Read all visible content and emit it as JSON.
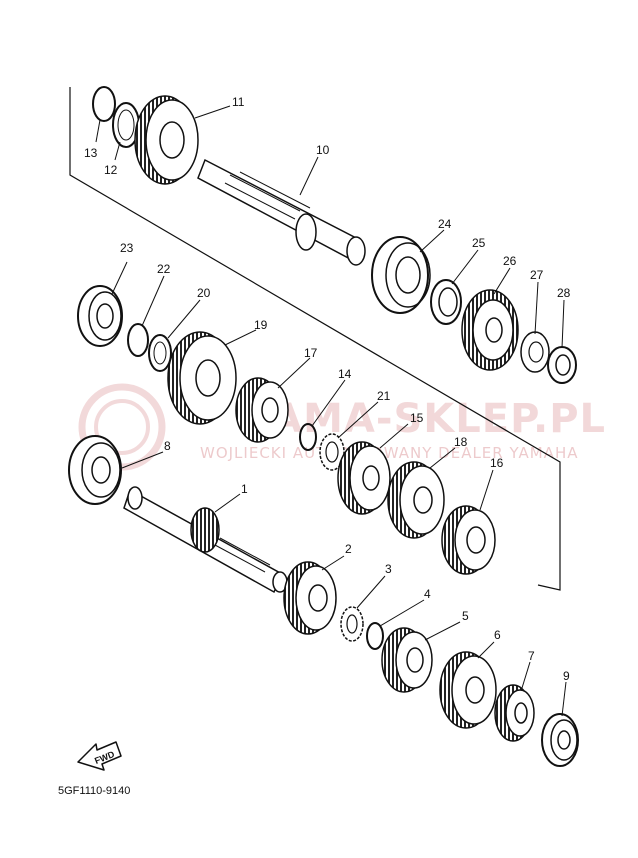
{
  "watermark": {
    "brand": "YAMA-SKLEP.PL",
    "subtitle": "WOJLIECKI AUTORYZOWANY DEALER YAMAHA"
  },
  "part_labels": [
    "1",
    "2",
    "3",
    "4",
    "5",
    "6",
    "7",
    "8",
    "9",
    "10",
    "11",
    "12",
    "13",
    "14",
    "15",
    "16",
    "17",
    "18",
    "19",
    "20",
    "21",
    "22",
    "23",
    "24",
    "25",
    "26",
    "27",
    "28"
  ],
  "fwd_label": "FWD",
  "diagram_code": "5GF1110-9140",
  "colors": {
    "line": "#111111",
    "watermark": "#e8b9bb"
  }
}
